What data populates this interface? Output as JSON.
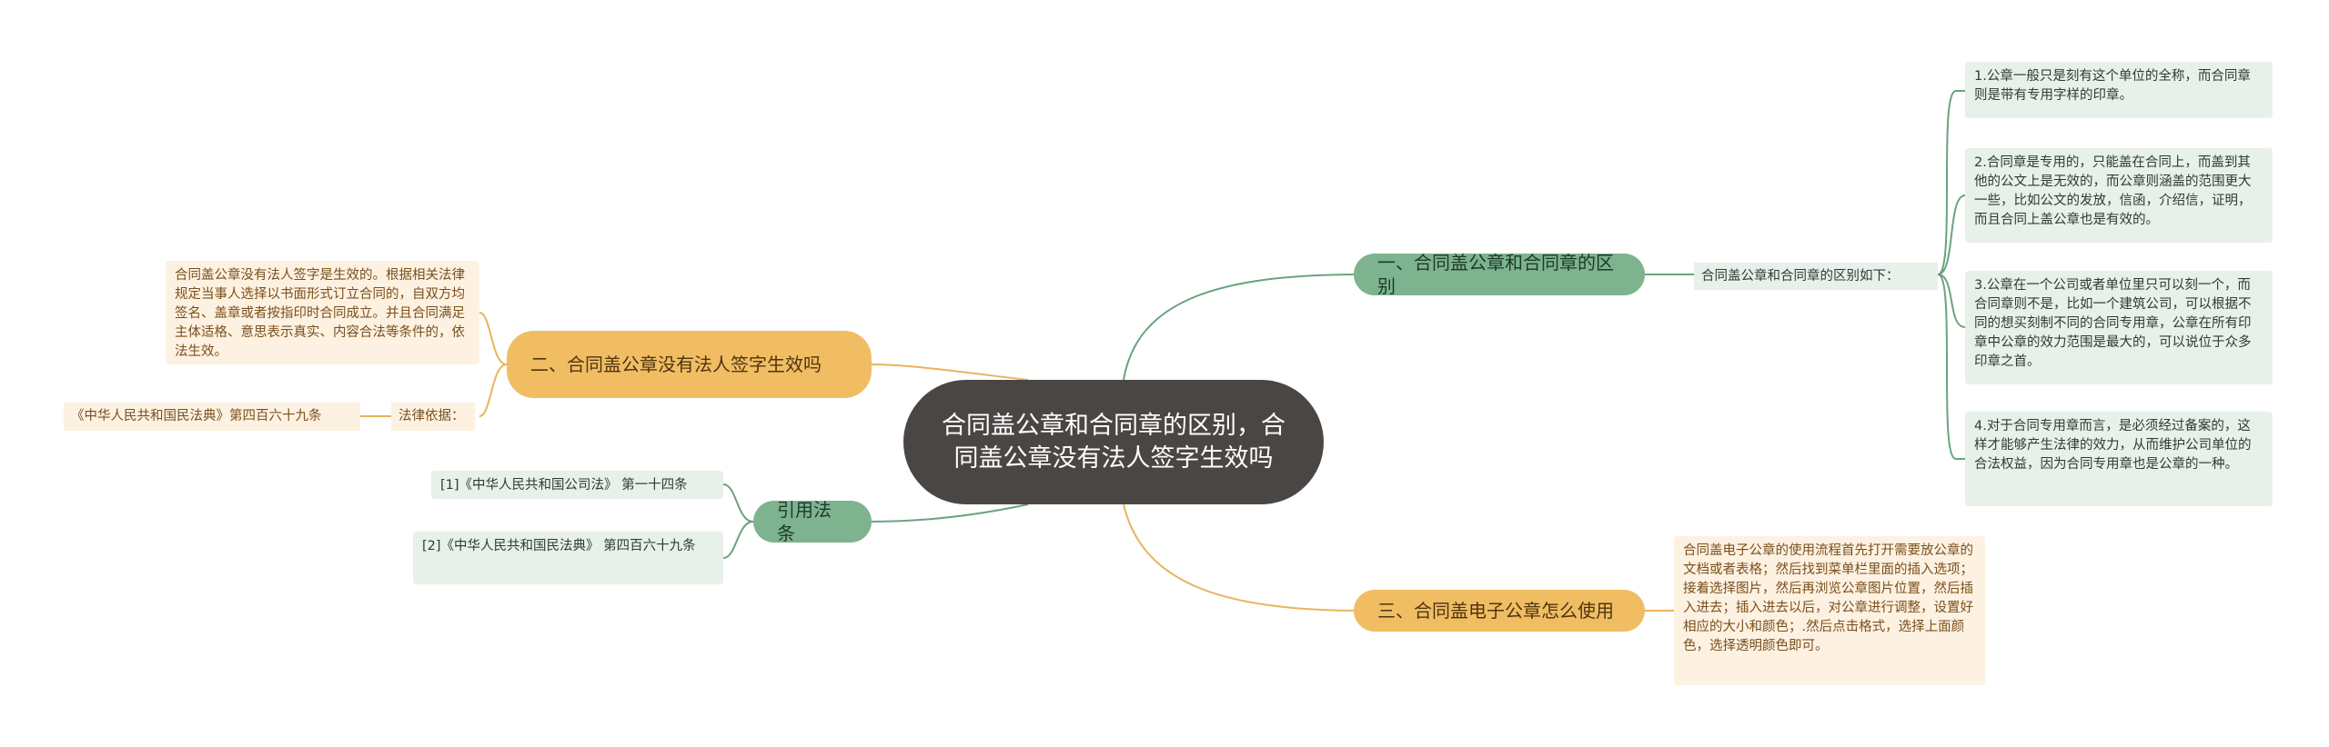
{
  "center": {
    "title": "合同盖公章和合同章的区别，合同盖公章没有法人签字生效吗"
  },
  "branch1": {
    "title": "一、合同盖公章和合同章的区别",
    "intro": "合同盖公章和合同章的区别如下：",
    "items": [
      "1.公章一般只是刻有这个单位的全称，而合同章则是带有专用字样的印章。",
      "2.合同章是专用的，只能盖在合同上，而盖到其他的公文上是无效的，而公章则涵盖的范围更大一些，比如公文的发放，信函，介绍信，证明，而且合同上盖公章也是有效的。",
      "3.公章在一个公司或者单位里只可以刻一个，而合同章则不是，比如一个建筑公司，可以根据不同的想买刻制不同的合同专用章，公章在所有印章中公章的效力范围是最大的，可以说位于众多印章之首。",
      "4.对于合同专用章而言，是必须经过备案的，这样才能够产生法律的效力，从而维护公司单位的合法权益，因为合同专用章也是公章的一种。"
    ]
  },
  "branch2": {
    "title": "二、合同盖公章没有法人签字生效吗",
    "content": "合同盖公章没有法人签字是生效的。根据相关法律规定当事人选择以书面形式订立合同的，自双方均签名、盖章或者按指印时合同成立。并且合同满足主体适格、意思表示真实、内容合法等条件的，依法生效。",
    "basis_label": "法律依据：",
    "basis": "《中华人民共和国民法典》第四百六十九条"
  },
  "branch3": {
    "title": "三、合同盖电子公章怎么使用",
    "content": "合同盖电子公章的使用流程首先打开需要放公章的文档或者表格；然后找到菜单栏里面的插入选项；接着选择图片，然后再浏览公章图片位置，然后插入进去；插入进去以后，对公章进行调整，设置好相应的大小和颜色；.然后点击格式，选择上面颜色，选择透明颜色即可。"
  },
  "branch4": {
    "title": "引用法条",
    "items": [
      "[1]《中华人民共和国公司法》 第一十四条",
      "[2]《中华人民共和国民法典》 第四百六十九条"
    ]
  },
  "colors": {
    "center_bg": "#4a4644",
    "green_branch": "#7db38f",
    "orange_branch": "#f1bd63",
    "green_leaf": "#e8f0ea",
    "orange_leaf": "#fdf1e2",
    "green_line": "#6aa37e",
    "orange_line": "#e9b45a"
  }
}
